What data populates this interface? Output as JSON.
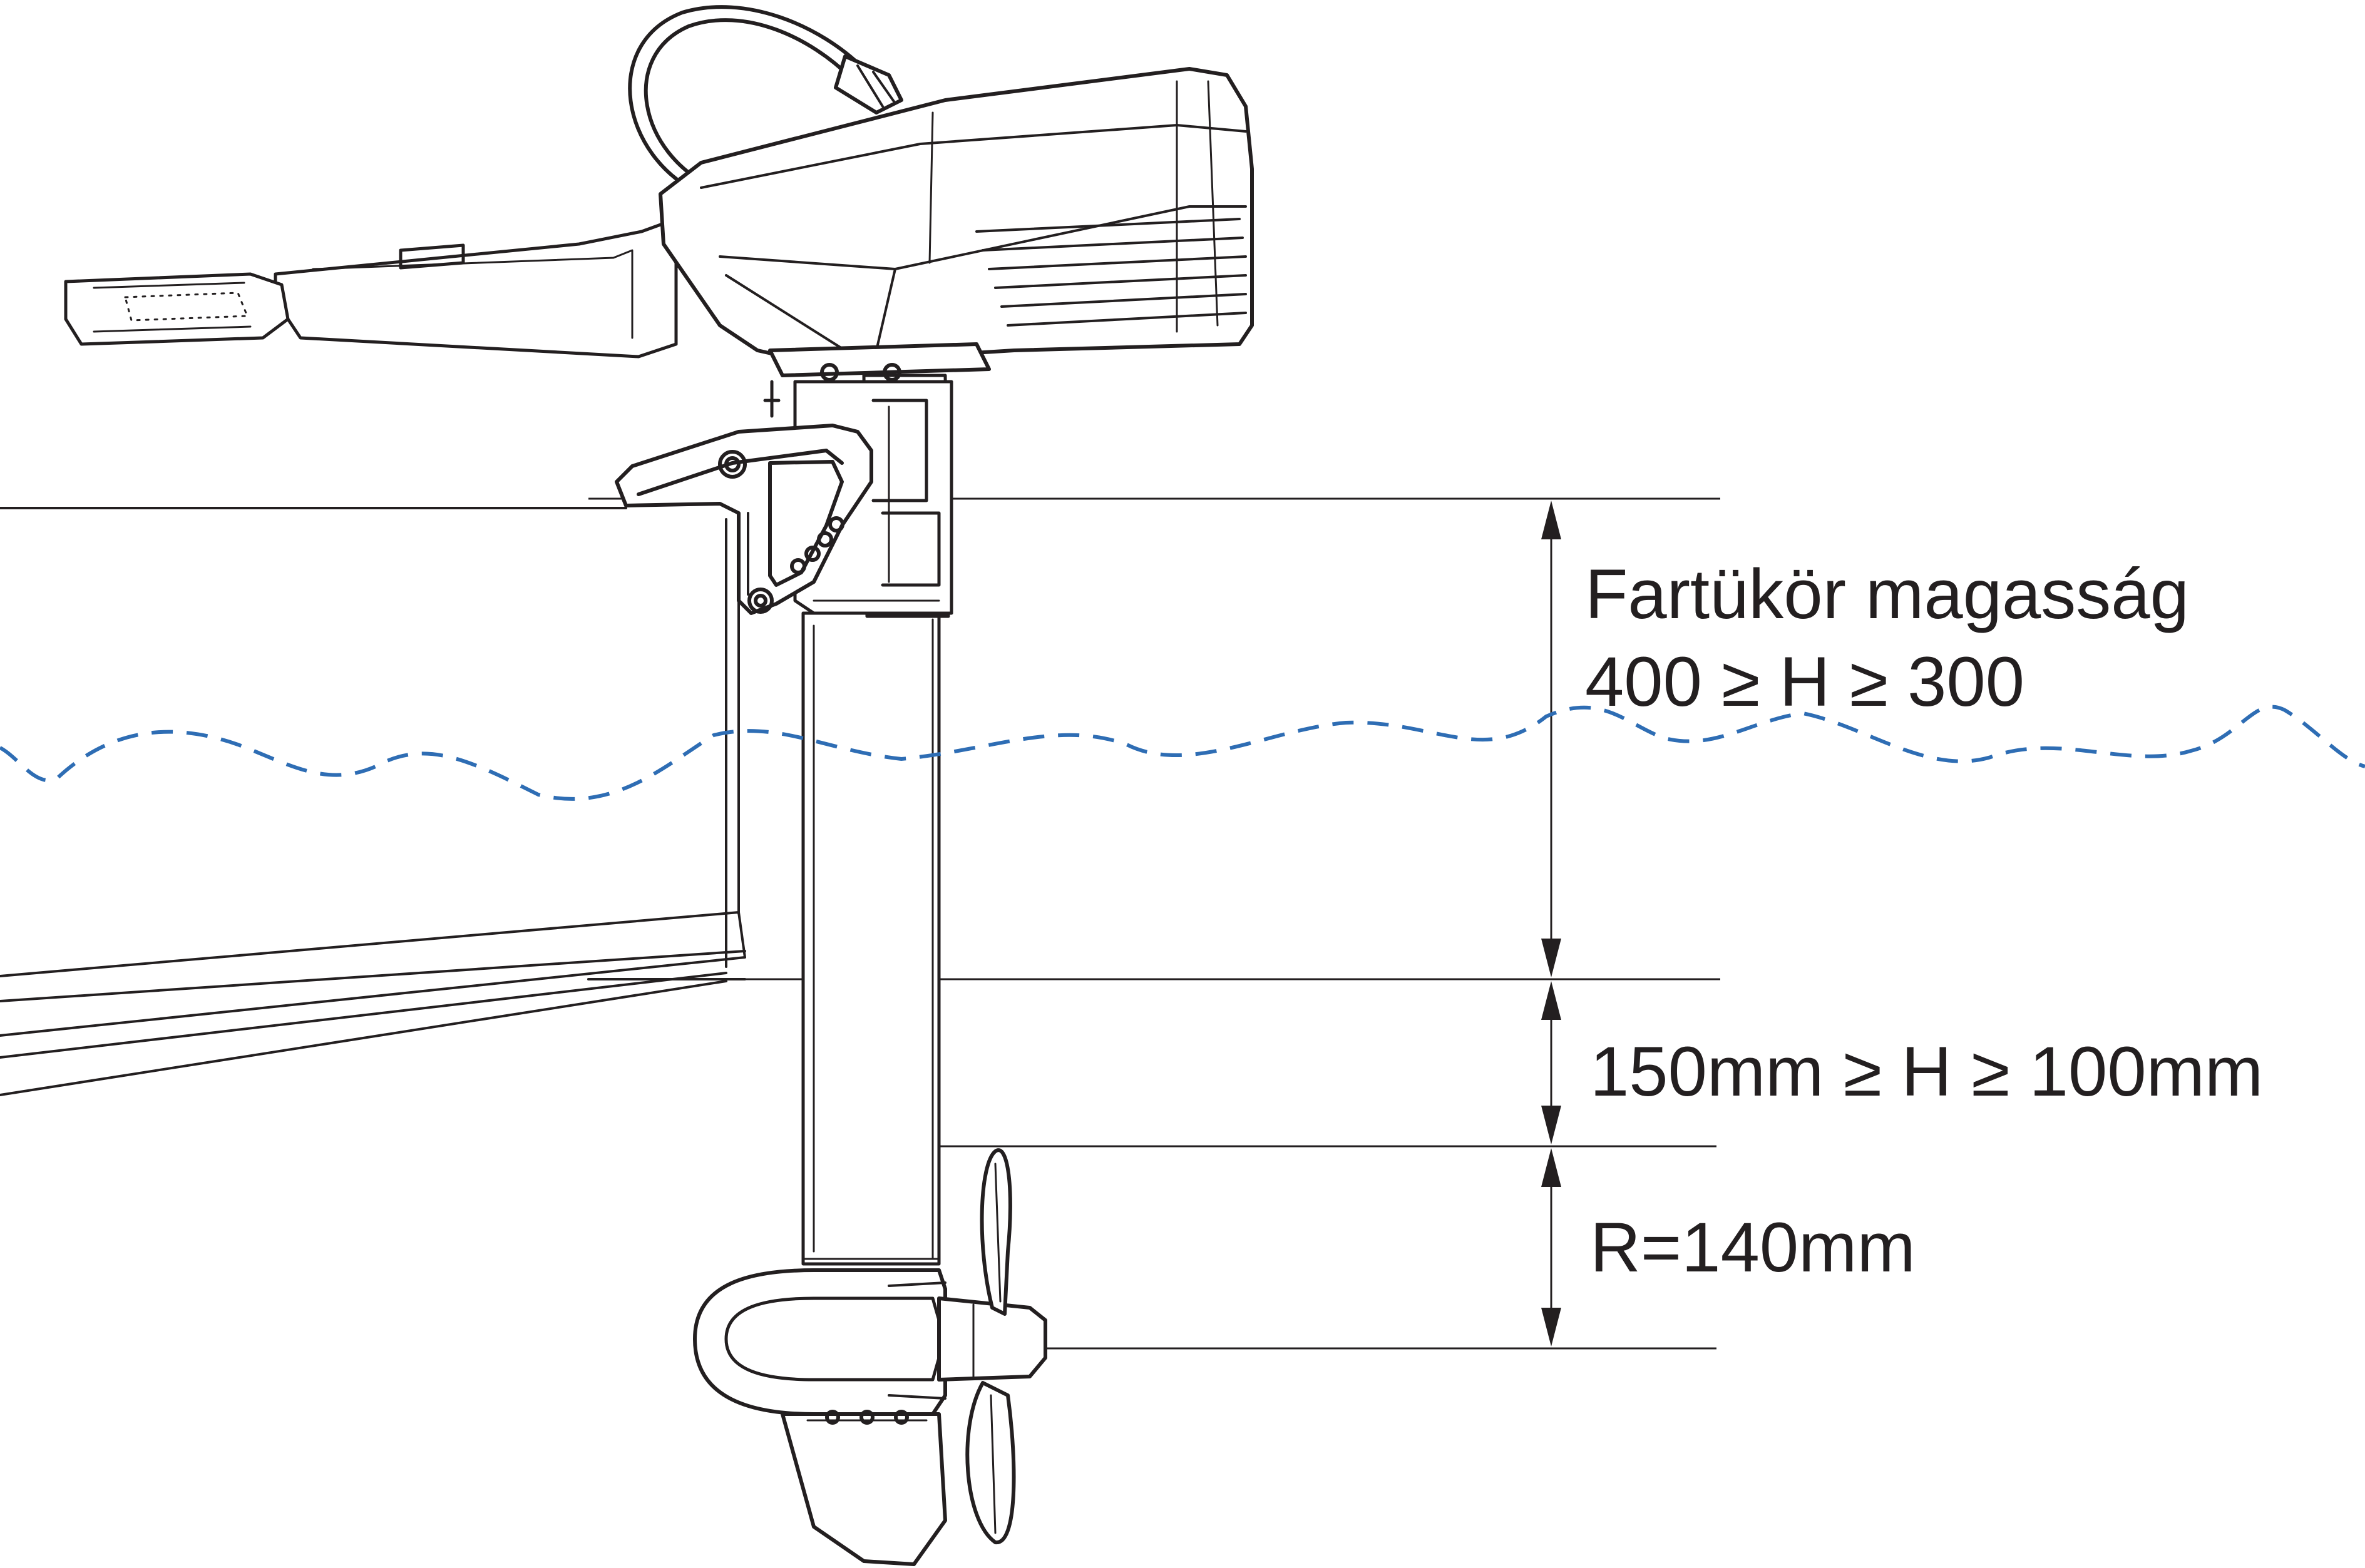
{
  "labels": {
    "transom_title": "Fartükör magasság",
    "transom_range": "400 ≥ H ≥ 300",
    "immersion_range": "150mm ≥ H ≥ 100mm",
    "propeller_radius": "R=140mm"
  },
  "colors": {
    "ink": "#231f20",
    "water_line": "#2e6db4",
    "background": "#ffffff"
  },
  "icons": {
    "motor": "outboard-motor-drawing",
    "boat": "boat-hull-outline",
    "water": "water-surface-wave"
  }
}
